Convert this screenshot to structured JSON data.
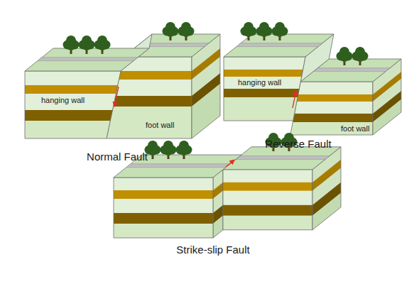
{
  "diagram": {
    "labels": [
      "hanging wall",
      "foot wall",
      "Normal Fault",
      "hanging wall",
      "foot wall",
      "Reverse Fault",
      "Strike-slip Fault"
    ]
  }
}
